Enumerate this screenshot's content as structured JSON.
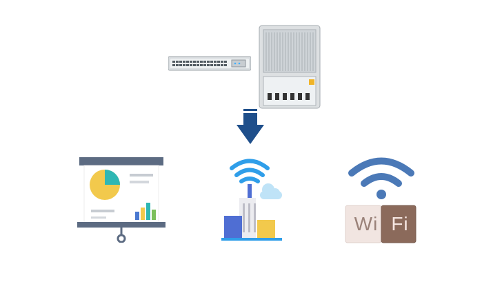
{
  "scene": {
    "top_devices": [
      {
        "name": "rack-switch",
        "kind": "1U rack network switch"
      },
      {
        "name": "outdoor-unit",
        "kind": "outdoor network device with heat sink"
      }
    ],
    "arrow": {
      "direction": "down",
      "color": "#1f4f8b"
    },
    "icons": [
      {
        "name": "presentation-board-icon",
        "colors": {
          "frame": "#5c6b82",
          "pie": "#f2c94c",
          "pie_slice": "#2fb7b3",
          "bars": [
            "#4a78d0",
            "#f2c94c",
            "#2fb7b3",
            "#7bbf5a"
          ]
        }
      },
      {
        "name": "smart-city-wireless-icon",
        "colors": {
          "signal": "#2f9ee9",
          "cloud": "#bfe3f7",
          "buildings": [
            "#4f6ed3",
            "#f2c94c",
            "#ececf0",
            "#2f9ee9"
          ]
        }
      },
      {
        "name": "wifi-icon",
        "colors": {
          "signal": "#4b79b7",
          "box_left": "#f1e5e1",
          "box_right": "#8b6a5b"
        }
      }
    ]
  },
  "wifi_text": {
    "left": "Wi",
    "right": "Fi"
  }
}
